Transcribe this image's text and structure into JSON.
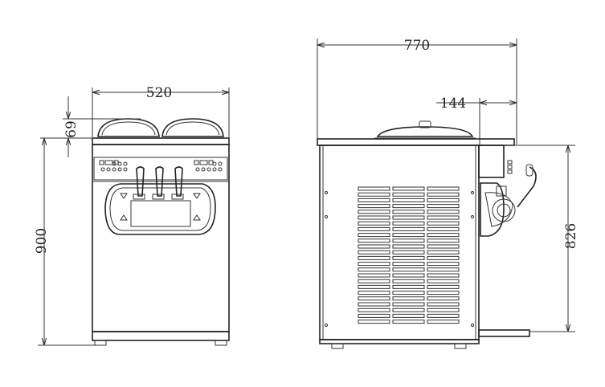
{
  "dimensions": {
    "front_width": "520",
    "front_lid_height": "69",
    "front_total_height": "900",
    "side_total_width": "770",
    "side_spout_offset": "144",
    "side_body_height": "826"
  }
}
